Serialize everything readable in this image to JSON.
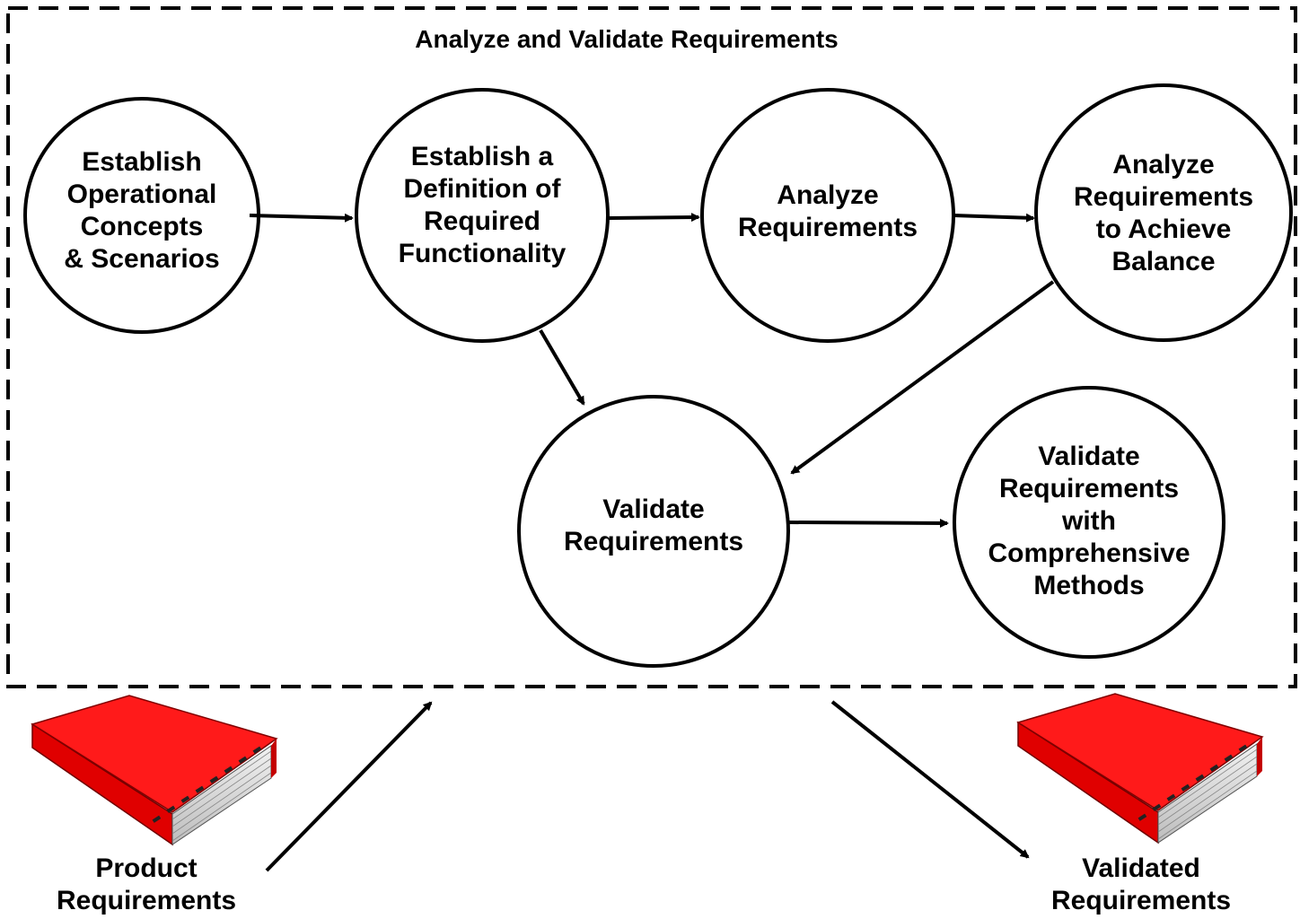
{
  "title": "Analyze and Validate Requirements",
  "nodes": [
    {
      "id": "ops",
      "lines": [
        "Establish",
        "Operational",
        "Concepts",
        "& Scenarios"
      ]
    },
    {
      "id": "func",
      "lines": [
        "Establish a",
        "Definition of",
        "Required",
        "Functionality"
      ]
    },
    {
      "id": "analyze",
      "lines": [
        "Analyze",
        "Requirements"
      ]
    },
    {
      "id": "balance",
      "lines": [
        "Analyze",
        "Requirements",
        "to Achieve",
        "Balance"
      ]
    },
    {
      "id": "validate",
      "lines": [
        "Validate",
        "Requirements"
      ]
    },
    {
      "id": "comprehensive",
      "lines": [
        "Validate",
        "Requirements",
        "with",
        "Comprehensive",
        "Methods"
      ]
    }
  ],
  "edges": [
    {
      "from": "ops",
      "to": "func"
    },
    {
      "from": "func",
      "to": "analyze"
    },
    {
      "from": "analyze",
      "to": "balance"
    },
    {
      "from": "func",
      "to": "validate"
    },
    {
      "from": "balance",
      "to": "validate"
    },
    {
      "from": "validate",
      "to": "comprehensive"
    }
  ],
  "input": {
    "lines": [
      "Product",
      "Requirements"
    ],
    "icon": "book-icon"
  },
  "output": {
    "lines": [
      "Validated",
      "Requirements"
    ],
    "icon": "book-icon"
  },
  "colors": {
    "book_cover": "#ee0000",
    "book_pages": "#d8d8d8",
    "line": "#000000"
  }
}
